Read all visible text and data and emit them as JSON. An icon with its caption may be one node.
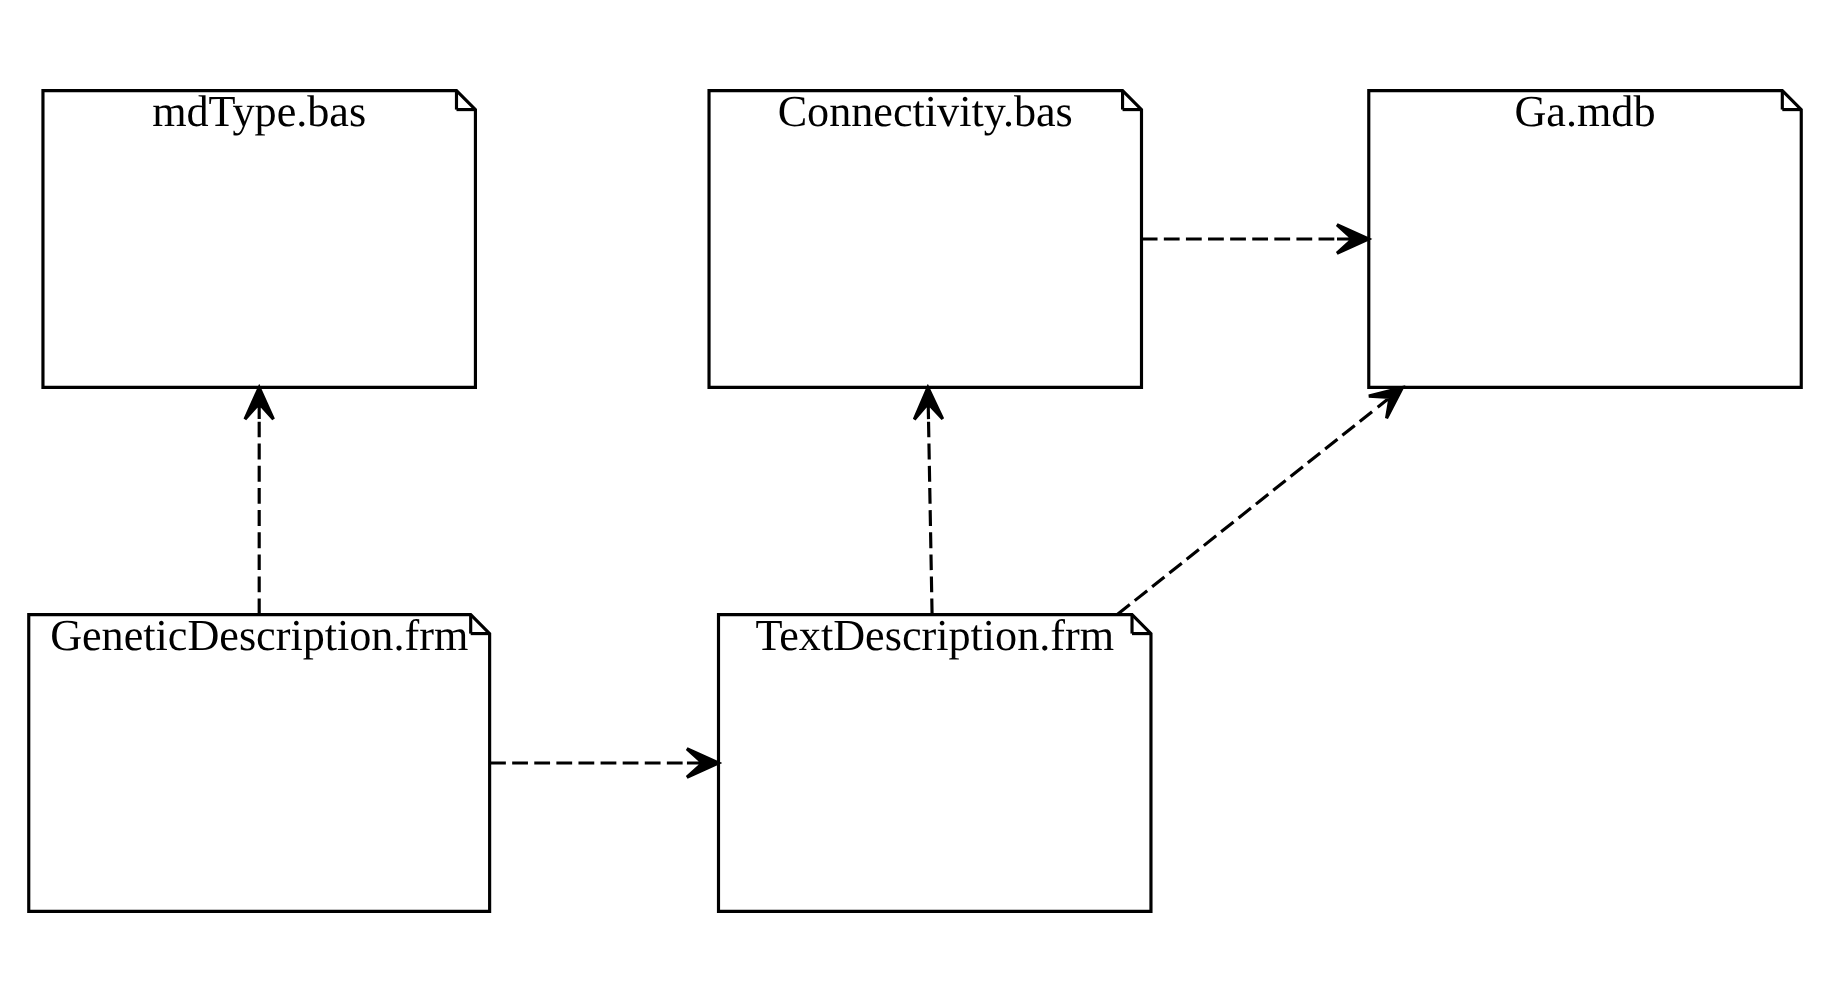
{
  "diagram": {
    "nodes": [
      {
        "text": [
          "Connectivity.bas"
        ]
      },
      {
        "text": [
          "Ga.mdb"
        ]
      },
      {
        "text": [
          "mdType.bas"
        ]
      },
      {
        "text": [
          "TextDescription.frm"
        ]
      },
      {
        "text": [
          "GeneticDescription.frm"
        ]
      }
    ],
    "edges": [
      {
        "from": 0,
        "to": 1,
        "arrow": "to",
        "style": "dashed"
      },
      {
        "from": 3,
        "to": 0,
        "arrow": "to",
        "style": "dashed"
      },
      {
        "from": 3,
        "to": 1,
        "arrow": "to",
        "style": "dashed"
      },
      {
        "from": 4,
        "to": 2,
        "arrow": "to",
        "style": "dashed"
      },
      {
        "from": 4,
        "to": 3,
        "arrow": "to",
        "style": "dashed"
      }
    ]
  }
}
